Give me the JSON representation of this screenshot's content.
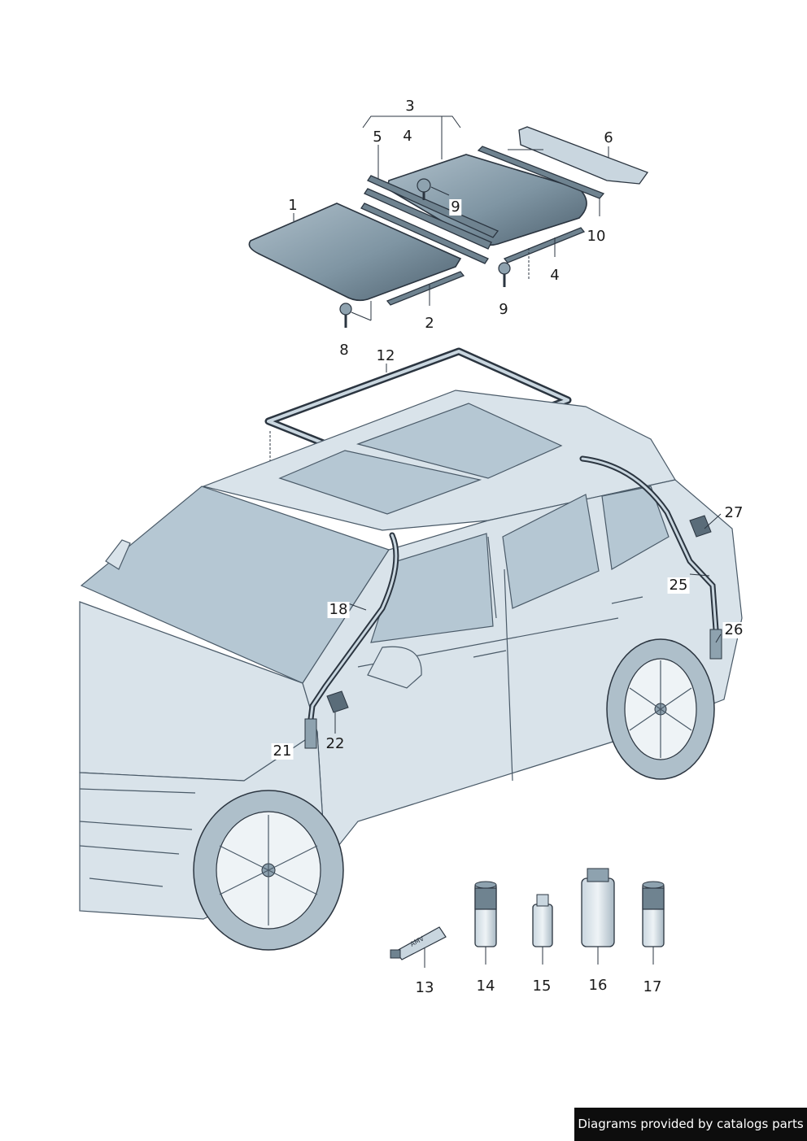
{
  "diagram": {
    "callouts": [
      {
        "id": "c3",
        "label": "3"
      },
      {
        "id": "c5",
        "label": "5"
      },
      {
        "id": "c4a",
        "label": "4"
      },
      {
        "id": "c6",
        "label": "6"
      },
      {
        "id": "c1",
        "label": "1"
      },
      {
        "id": "c9a",
        "label": "9"
      },
      {
        "id": "c10",
        "label": "10"
      },
      {
        "id": "c4b",
        "label": "4"
      },
      {
        "id": "c9b",
        "label": "9"
      },
      {
        "id": "c2",
        "label": "2"
      },
      {
        "id": "c8",
        "label": "8"
      },
      {
        "id": "c12",
        "label": "12"
      },
      {
        "id": "c27",
        "label": "27"
      },
      {
        "id": "c25",
        "label": "25"
      },
      {
        "id": "c18",
        "label": "18"
      },
      {
        "id": "c26",
        "label": "26"
      },
      {
        "id": "c21",
        "label": "21"
      },
      {
        "id": "c22",
        "label": "22"
      },
      {
        "id": "c13",
        "label": "13"
      },
      {
        "id": "c14",
        "label": "14"
      },
      {
        "id": "c15",
        "label": "15"
      },
      {
        "id": "c16",
        "label": "16"
      },
      {
        "id": "c17",
        "label": "17"
      }
    ],
    "tube_label": "AMV"
  },
  "footer": {
    "credit": "Diagrams provided by catalogs parts"
  }
}
